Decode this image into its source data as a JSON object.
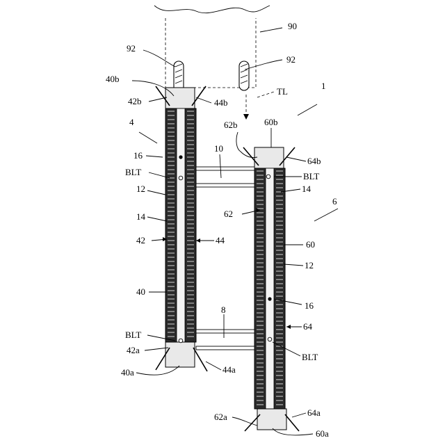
{
  "figure": {
    "labels": {
      "n90": "90",
      "n92_left": "92",
      "n92_right": "92",
      "n40b": "40b",
      "n42b": "42b",
      "n44b": "44b",
      "nTL": "TL",
      "n1": "1",
      "n4": "4",
      "n62b": "62b",
      "n60b": "60b",
      "n10": "10",
      "n64b": "64b",
      "n16_left": "16",
      "nBLT_left_top": "BLT",
      "nBLT_right_top": "BLT",
      "n12_left": "12",
      "n14_right": "14",
      "n6": "6",
      "n14_left": "14",
      "n62": "62",
      "n42": "42",
      "n44": "44",
      "n60": "60",
      "n12_right": "12",
      "n40": "40",
      "n16_right": "16",
      "n8": "8",
      "n64": "64",
      "nBLT_left_bottom": "BLT",
      "n42a": "42a",
      "nBLT_right_bottom": "BLT",
      "n40a": "40a",
      "n44a": "44a",
      "n62a": "62a",
      "n64a": "64a",
      "n60a": "60a"
    }
  }
}
